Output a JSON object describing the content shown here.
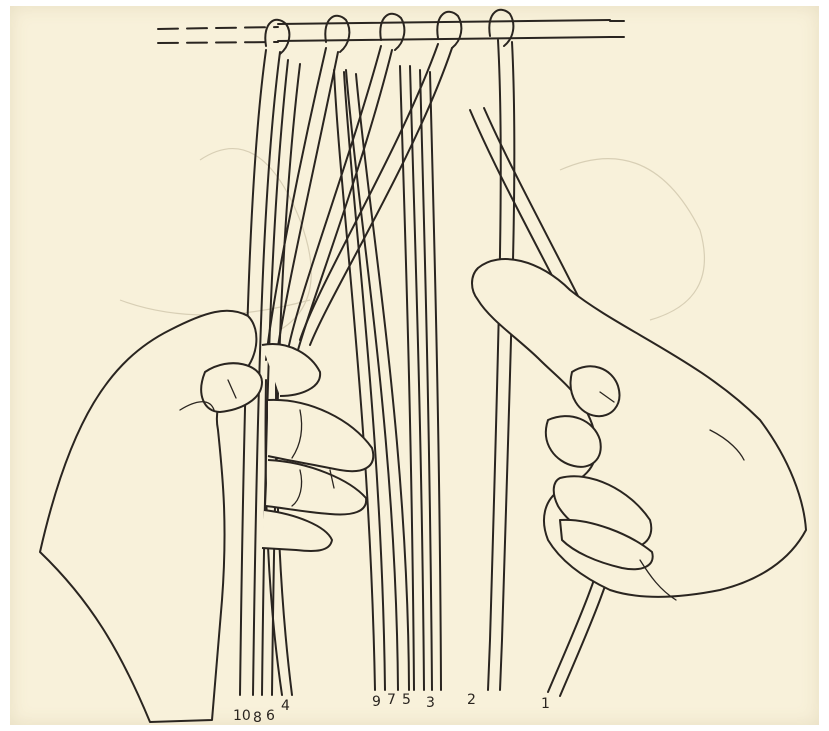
{
  "cord_numbers": {
    "c10": "10",
    "c8": "8",
    "c6": "6",
    "c4": "4",
    "c9": "9",
    "c7": "7",
    "c5": "5",
    "c3": "3",
    "c2": "2",
    "c1": "1"
  },
  "colors": {
    "paper": "#f8f1da",
    "ink": "#2a2520"
  }
}
